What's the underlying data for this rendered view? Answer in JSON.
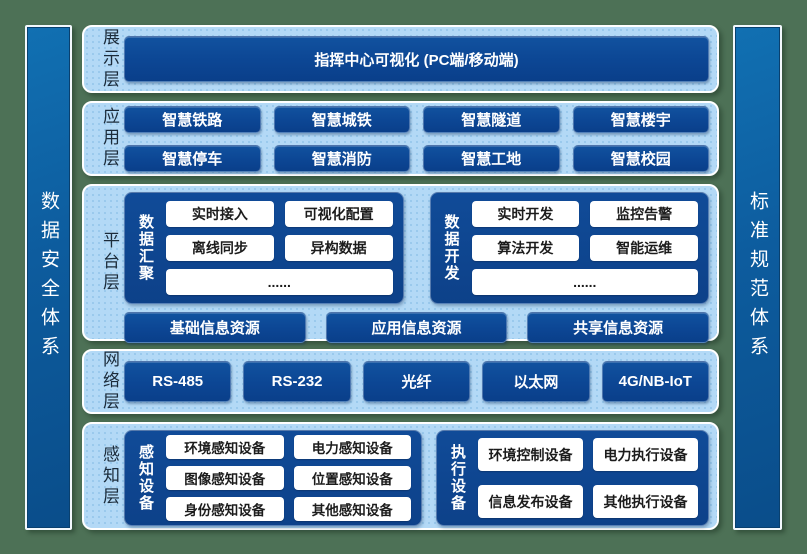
{
  "colors": {
    "background": "#4d7156",
    "panel_blue": "#b3d9f6",
    "navy": "#0d4a9a",
    "pillar_blue": "#0d5c9e",
    "white": "#ffffff",
    "label_dark": "#1b2b3a"
  },
  "sidebar_left": {
    "label": "数据安全体系"
  },
  "sidebar_right": {
    "label": "标准规范体系"
  },
  "layers": [
    {
      "label": "展示层",
      "main_box": "指挥中心可视化 (PC端/移动端)"
    },
    {
      "label": "应用层",
      "boxes": [
        "智慧铁路",
        "智慧城铁",
        "智慧隧道",
        "智慧楼宇",
        "智慧停车",
        "智慧消防",
        "智慧工地",
        "智慧校园"
      ]
    },
    {
      "label": "平台层",
      "groups": [
        {
          "label": "数据汇聚",
          "items": [
            "实时接入",
            "可视化配置",
            "离线同步",
            "异构数据",
            "......"
          ]
        },
        {
          "label": "数据开发",
          "items": [
            "实时开发",
            "监控告警",
            "算法开发",
            "智能运维",
            "......"
          ]
        }
      ],
      "resources": [
        "基础信息资源",
        "应用信息资源",
        "共享信息资源"
      ]
    },
    {
      "label": "网络层",
      "boxes": [
        "RS-485",
        "RS-232",
        "光纤",
        "以太网",
        "4G/NB-IoT"
      ]
    },
    {
      "label": "感知层",
      "groups": [
        {
          "label": "感知设备",
          "items": [
            "环境感知设备",
            "电力感知设备",
            "图像感知设备",
            "位置感知设备",
            "身份感知设备",
            "其他感知设备"
          ]
        },
        {
          "label": "执行设备",
          "items": [
            "环境控制设备",
            "电力执行设备",
            "信息发布设备",
            "其他执行设备"
          ]
        }
      ]
    }
  ]
}
